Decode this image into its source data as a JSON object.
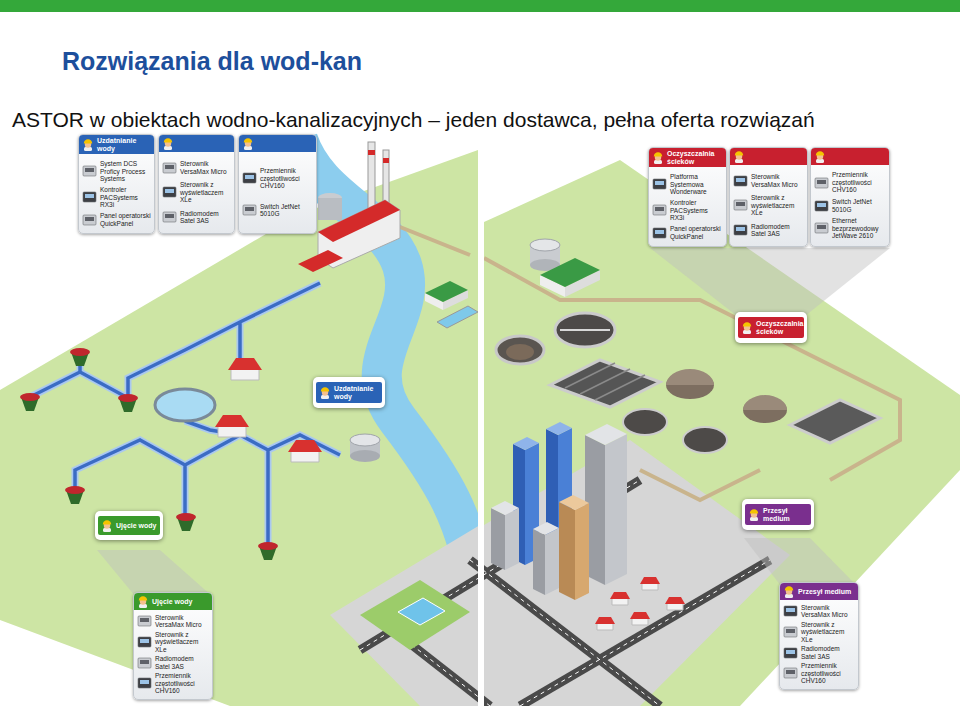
{
  "diagram": {
    "title": "Rozwiązania dla wod-kan",
    "nodes": [
      {
        "text": [
          "Uzdatnianie wody",
          "System DCS Proficy Process Systems",
          "Kontroler PACSystems RX3i",
          "Panel operatorski QuickPanel"
        ]
      },
      {
        "text": [
          "Sterownik VersaMax Micro",
          "Sterownik z wyświetlaczem XLe",
          "Radiomodem Satel 3AS"
        ]
      },
      {
        "text": [
          "Przemiennik częstotliwości CHV160",
          "Switch JetNet 5010G"
        ]
      },
      {
        "text": [
          "Oczyszczalnia ścieków",
          "Platforma Systemowa Wonderware",
          "Kontroler PACSystems RX3i",
          "Panel operatorski QuickPanel"
        ]
      },
      {
        "text": [
          "Sterownik VersaMax Micro",
          "Sterownik z wyświetlaczem XLe",
          "Radiomodem Satel 3AS"
        ]
      },
      {
        "text": [
          "Przemiennik częstotliwości CHV160",
          "Switch JetNet 5010G",
          "Ethernet bezprzewodowy JetWave 2610"
        ]
      },
      {
        "text": [
          "Oczyszczalnia ścieków"
        ]
      },
      {
        "text": [
          "Uzdatnianie wody"
        ]
      },
      {
        "text": [
          "Ujęcie wody"
        ]
      },
      {
        "text": [
          "Przesył medium"
        ]
      },
      {
        "text": [
          "Ujęcie wody",
          "Sterownik VersaMax Micro",
          "Sterownik z wyświetlaczem XLe",
          "Radiomodem Satel 3AS",
          "Przemiennik częstotliwości CHV160"
        ]
      },
      {
        "text": [
          "Przesył medium",
          "Sterownik VersaMax Micro",
          "Sterownik z wyświetlaczem XLe",
          "Radiomodem Satel 3AS",
          "Przemiennik częstotliwości CHV160"
        ]
      }
    ],
    "labels": [
      "ASTOR w obiektach wodno-kanalizacyjnych – jeden dostawca, pełna oferta rozwiązań"
    ]
  }
}
